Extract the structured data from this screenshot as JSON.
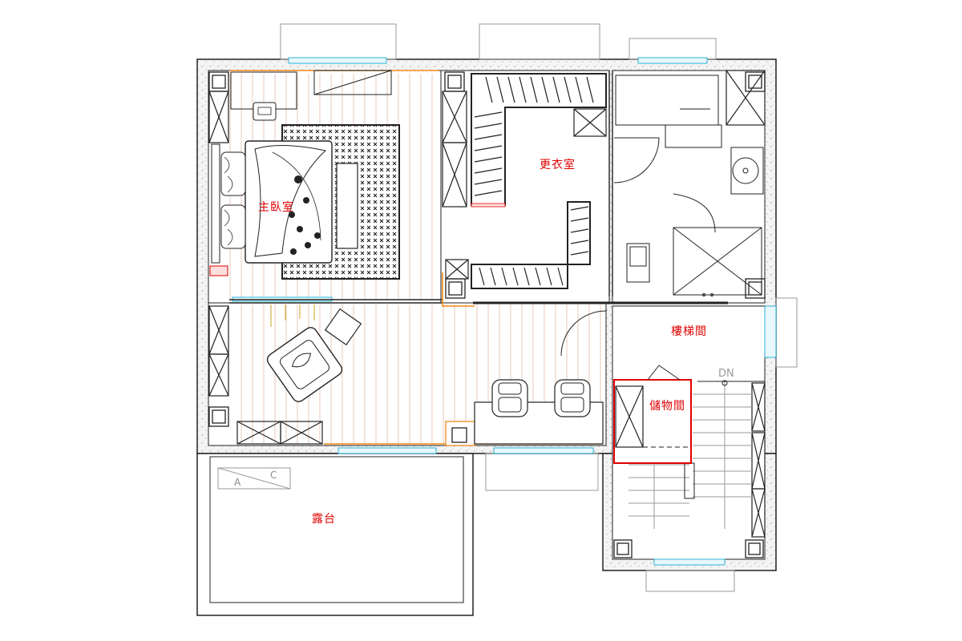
{
  "labels": {
    "master_bedroom": "主臥室",
    "walk_in_closet": "更衣室",
    "stairwell": "樓梯間",
    "storage": "儲物間",
    "terrace": "露台",
    "stair_direction": "DN",
    "ac_a": "A",
    "ac_c": "C"
  },
  "colors": {
    "wall_line": "#222222",
    "label_red": "#e00000",
    "window_cyan": "#2bb5d8",
    "orange_trim": "#f08a1c",
    "floor_stripe": "#e8c9b8",
    "fill_dark": "#2a2a2a",
    "gray_line": "#9a9a9a"
  }
}
